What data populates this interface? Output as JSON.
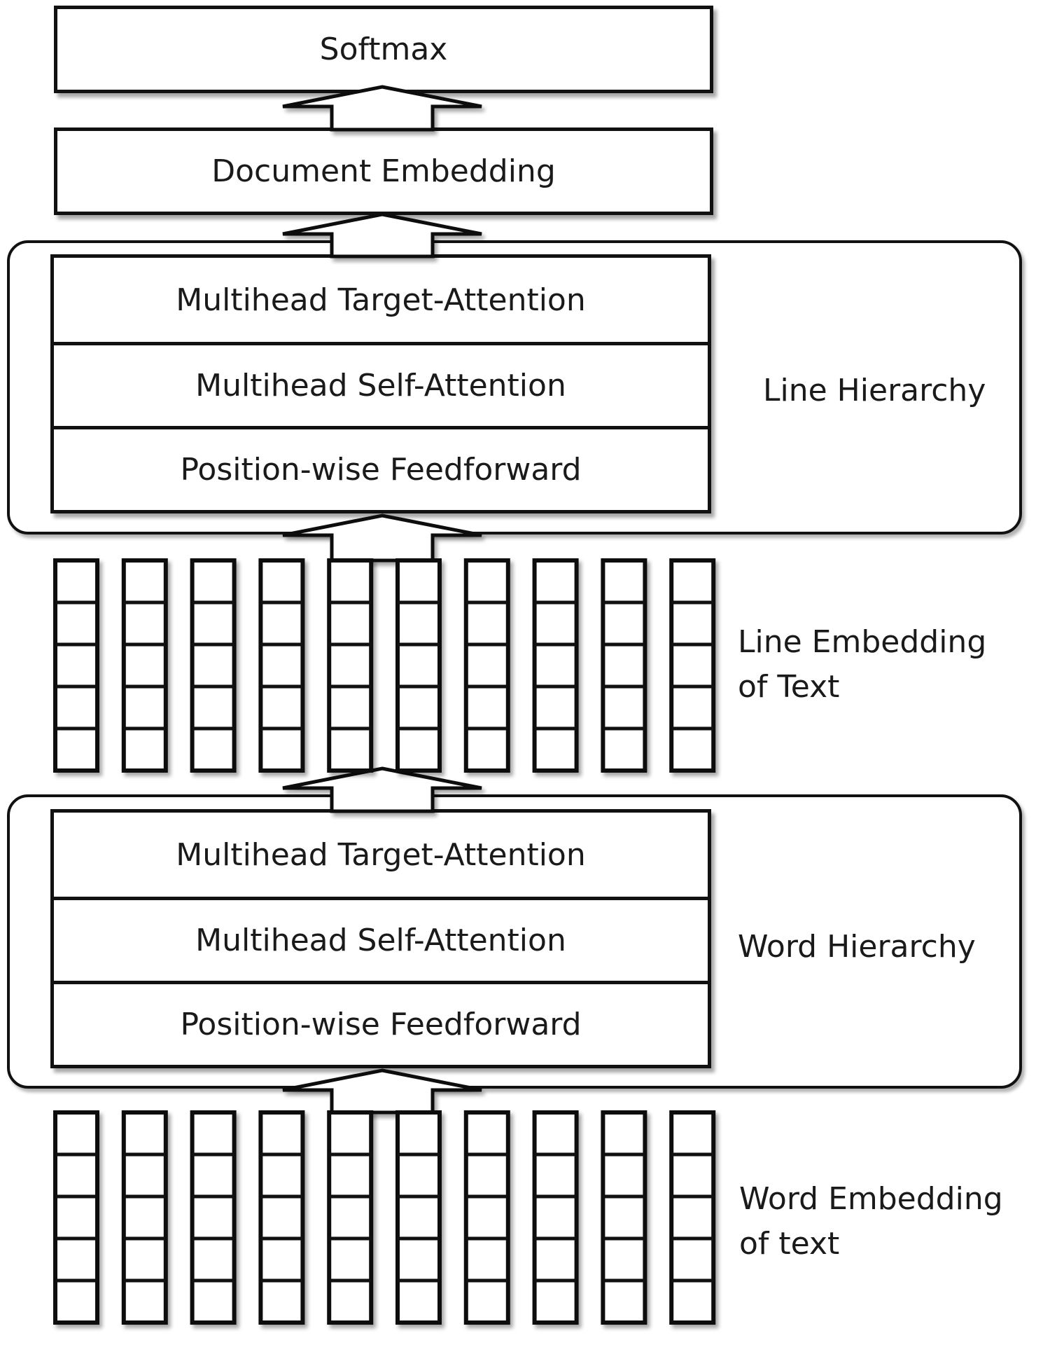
{
  "softmax": "Softmax",
  "document_embedding": "Document Embedding",
  "line_hierarchy": {
    "label": "Line Hierarchy",
    "layers": [
      "Multihead Target-Attention",
      "Multihead Self-Attention",
      "Position-wise Feedforward"
    ]
  },
  "line_embedding_label": "Line Embedding\nof Text",
  "word_hierarchy": {
    "label": "Word Hierarchy",
    "layers": [
      "Multihead Target-Attention",
      "Multihead Self-Attention",
      "Position-wise Feedforward"
    ]
  },
  "word_embedding_label": "Word Embedding\nof text",
  "embedding_grid": {
    "columns": 10,
    "cells_per_column": 5
  }
}
